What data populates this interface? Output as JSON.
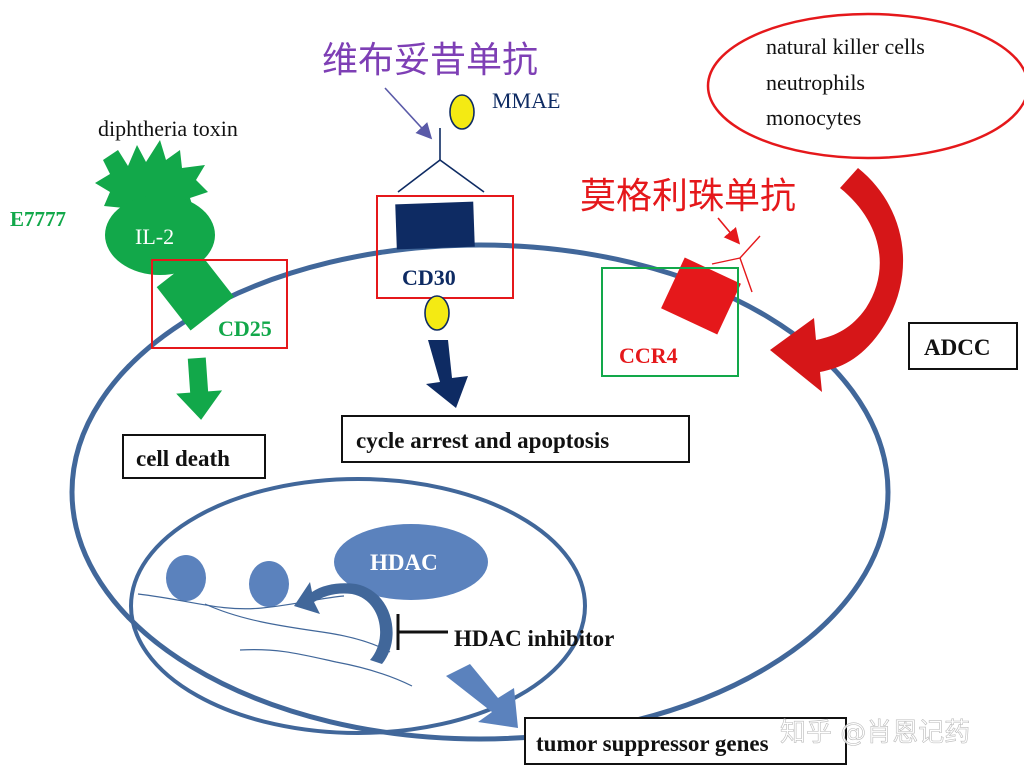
{
  "colors": {
    "membrane": "#41679a",
    "nucleus_fill": "#5b82bd",
    "green": "#12a84a",
    "navy": "#0e2b63",
    "red": "#e5181b",
    "purple": "#7e3fb5",
    "yellow": "#f4ea13"
  },
  "drugs": {
    "brentuximab_cn": "维布妥昔单抗",
    "mogamulizumab_cn": "莫格利珠单抗"
  },
  "left": {
    "toxin_label": "diphtheria toxin",
    "drug_label": "E7777",
    "il2_label": "IL-2",
    "receptor_label": "CD25",
    "outcome_label": "cell death"
  },
  "center": {
    "payload_label": "MMAE",
    "receptor_label": "CD30",
    "outcome_label": "cycle arrest and apoptosis"
  },
  "right": {
    "effector_cells": [
      "natural killer cells",
      "neutrophils",
      "monocytes"
    ],
    "receptor_label": "CCR4",
    "mechanism_label": "ADCC"
  },
  "nucleus": {
    "enzyme_label": "HDAC",
    "inhibitor_label": "HDAC inhibitor",
    "outcome_label": "tumor suppressor genes"
  },
  "watermark": "知乎 @肖恩记药"
}
